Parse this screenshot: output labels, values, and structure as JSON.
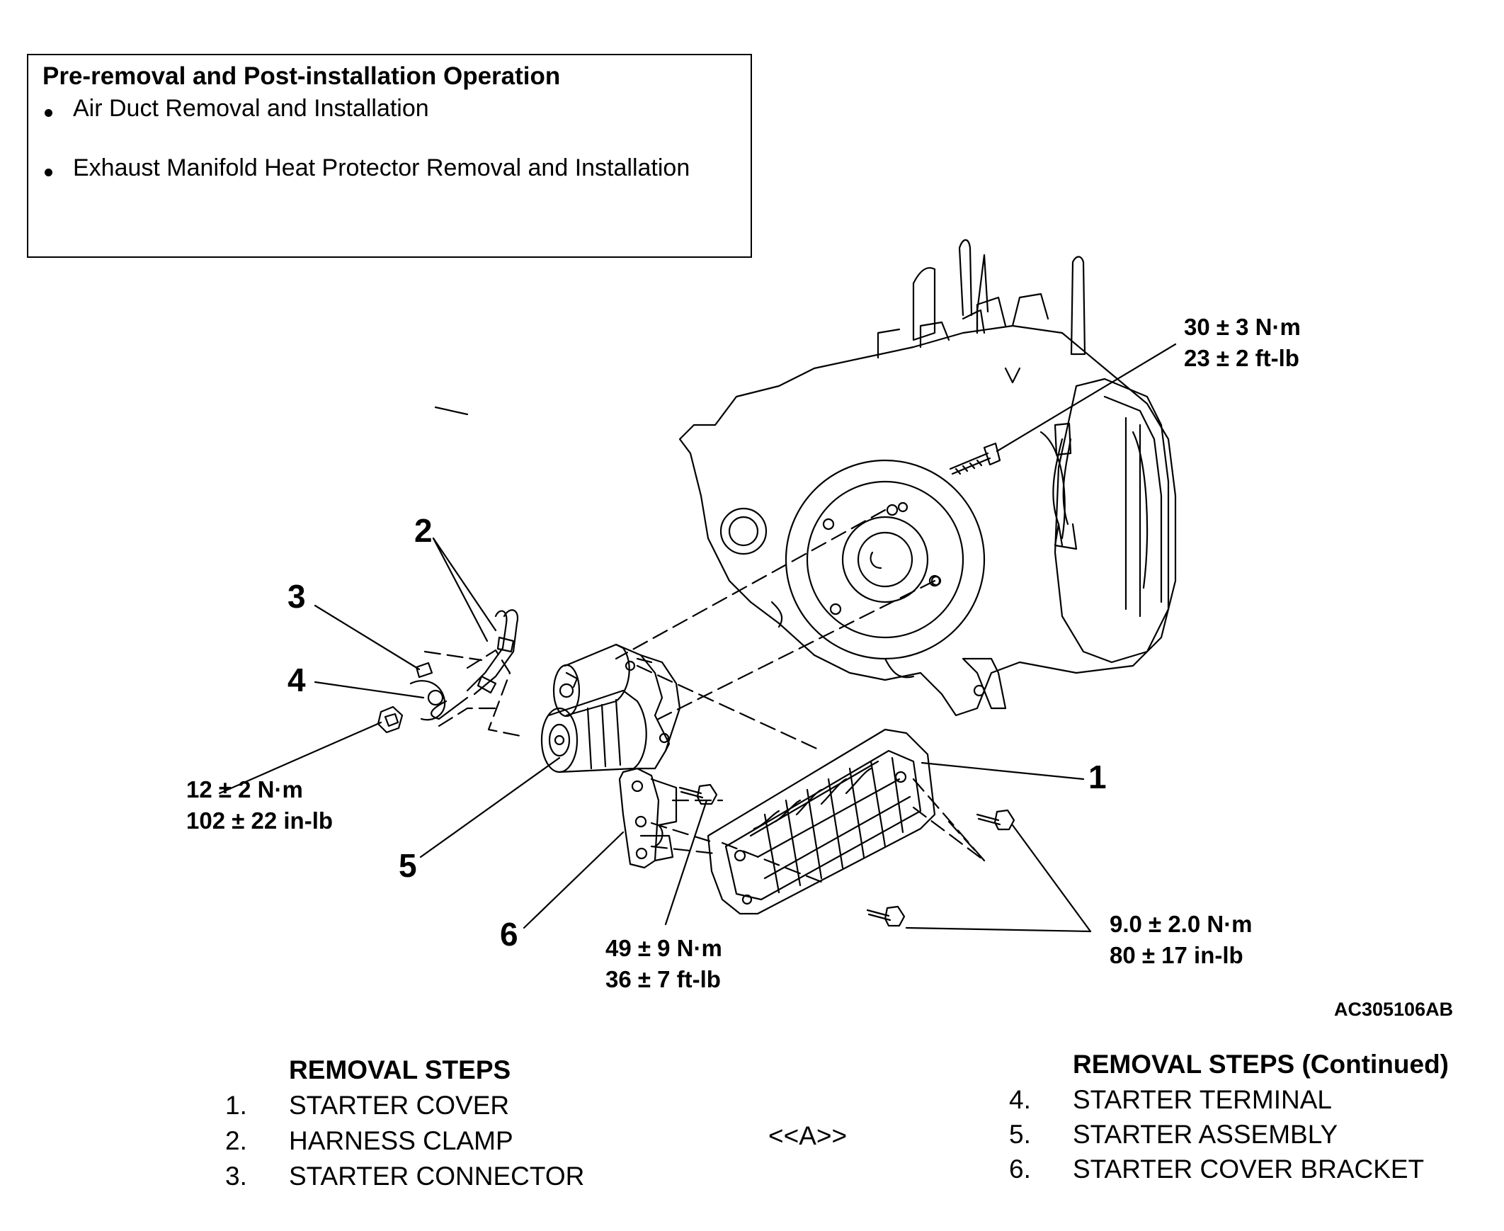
{
  "pre_box": {
    "title": "Pre-removal and Post-installation Operation",
    "items": [
      "Air Duct Removal and Installation",
      "Exhaust Manifold Heat Protector Removal and Installation"
    ]
  },
  "torques": {
    "t30_nm": "30 ± 3 N·m",
    "t30_ft": "23 ± 2 ft-lb",
    "t12_nm": "12 ± 2 N·m",
    "t12_in": "102 ± 22 in-lb",
    "t49_nm": "49 ± 9 N·m",
    "t49_ft": "36 ± 7 ft-lb",
    "t9_nm": "9.0 ± 2.0 N·m",
    "t9_in": "80 ± 17 in-lb"
  },
  "callouts": [
    "1",
    "2",
    "3",
    "4",
    "5",
    "6"
  ],
  "figure_code": "AC305106AB",
  "steps_left": {
    "title": "REMOVAL STEPS",
    "items": [
      {
        "n": "1.",
        "label": "STARTER COVER"
      },
      {
        "n": "2.",
        "label": "HARNESS CLAMP"
      },
      {
        "n": "3.",
        "label": "STARTER CONNECTOR"
      }
    ]
  },
  "note_mark": "<<A>>",
  "steps_right": {
    "title": "REMOVAL STEPS (Continued)",
    "items": [
      {
        "n": "4.",
        "label": "STARTER TERMINAL"
      },
      {
        "n": "5.",
        "label": "STARTER ASSEMBLY"
      },
      {
        "n": "6.",
        "label": "STARTER COVER BRACKET"
      }
    ]
  }
}
